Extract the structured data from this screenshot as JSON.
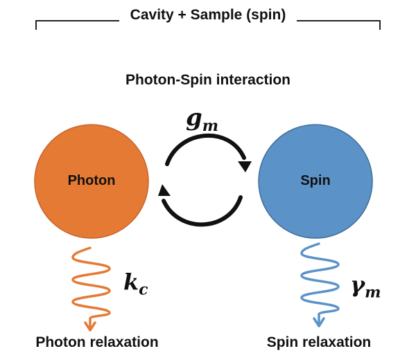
{
  "header": {
    "title": "Cavity + Sample (spin)"
  },
  "interaction": {
    "title": "Photon-Spin interaction",
    "coupling_symbol": "g",
    "coupling_subscript": "m"
  },
  "nodes": {
    "photon": {
      "label": "Photon",
      "color": "#E57A35",
      "stroke": "#C7652A"
    },
    "spin": {
      "label": "Spin",
      "color": "#5B93C8",
      "stroke": "#3F6E99"
    }
  },
  "relaxation": {
    "photon": {
      "symbol": "k",
      "subscript": "c",
      "label": "Photon relaxation",
      "color": "#E57A35"
    },
    "spin": {
      "symbol": "γ",
      "subscript": "m",
      "label": "Spin relaxation",
      "color": "#5B93C8"
    }
  }
}
